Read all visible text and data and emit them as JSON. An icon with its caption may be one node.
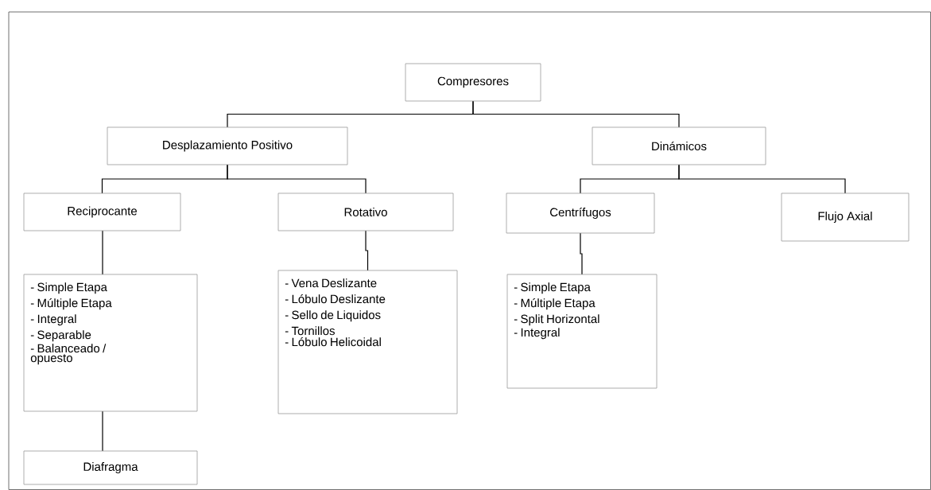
{
  "diagram": {
    "nodes": [
      {
        "text": [
          "Compresores"
        ]
      },
      {
        "text": [
          "Desplazamiento Positivo"
        ]
      },
      {
        "text": [
          "Dinámicos"
        ]
      },
      {
        "text": [
          "Reciprocante"
        ]
      },
      {
        "text": [
          "Rotativo"
        ]
      },
      {
        "text": [
          "Centrífugos"
        ]
      },
      {
        "text": [
          "Flujo Axial"
        ]
      },
      {
        "text": [
          "- Simple Etapa",
          "- Múltiple Etapa",
          "- Integral",
          "- Separable",
          "- Balanceado / opuesto"
        ]
      },
      {
        "text": [
          "Diafragma"
        ]
      },
      {
        "text": [
          "- Vena Deslizante",
          "- Lóbulo Deslizante",
          "- Sello de Liquidos",
          "- Tornillos",
          "- Lóbulo Helicoidal"
        ]
      },
      {
        "text": [
          "- Simple Etapa",
          "- Múltiple Etapa",
          "- Split Horizontal",
          "- Integral"
        ]
      }
    ],
    "edges": [
      {
        "from": 0,
        "to": 1,
        "arrow": "none"
      },
      {
        "from": 0,
        "to": 2,
        "arrow": "none"
      },
      {
        "from": 1,
        "to": 3,
        "arrow": "none"
      },
      {
        "from": 1,
        "to": 4,
        "arrow": "none"
      },
      {
        "from": 2,
        "to": 5,
        "arrow": "none"
      },
      {
        "from": 2,
        "to": 6,
        "arrow": "none"
      },
      {
        "from": 3,
        "to": 7,
        "arrow": "none"
      },
      {
        "from": 7,
        "to": 8,
        "arrow": "none"
      },
      {
        "from": 4,
        "to": 9,
        "arrow": "none"
      },
      {
        "from": 5,
        "to": 10,
        "arrow": "none"
      }
    ]
  }
}
